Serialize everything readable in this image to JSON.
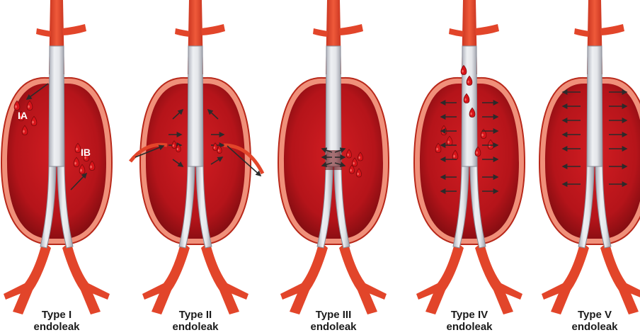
{
  "panels": [
    {
      "type_label": "Type I",
      "sub_label": "endoleak",
      "variant": "type-1",
      "markers": [
        "IA",
        "IB"
      ]
    },
    {
      "type_label": "Type II",
      "sub_label": "endoleak",
      "variant": "type-2"
    },
    {
      "type_label": "Type III",
      "sub_label": "endoleak",
      "variant": "type-3"
    },
    {
      "type_label": "Type IV",
      "sub_label": "endoleak",
      "variant": "type-4"
    },
    {
      "type_label": "Type V",
      "sub_label": "endoleak",
      "variant": "type-5"
    }
  ],
  "colors": {
    "vessel": "#e2452a",
    "vessel_dark": "#b8281a",
    "sac_blood": "#c4161c",
    "sac_dark": "#8f0f12",
    "sac_wall": "#f0907a",
    "graft": "#dcdde2",
    "graft_edge": "#8a8d98",
    "arrow": "#2b2b2b",
    "caption": "#1a1a1a"
  }
}
